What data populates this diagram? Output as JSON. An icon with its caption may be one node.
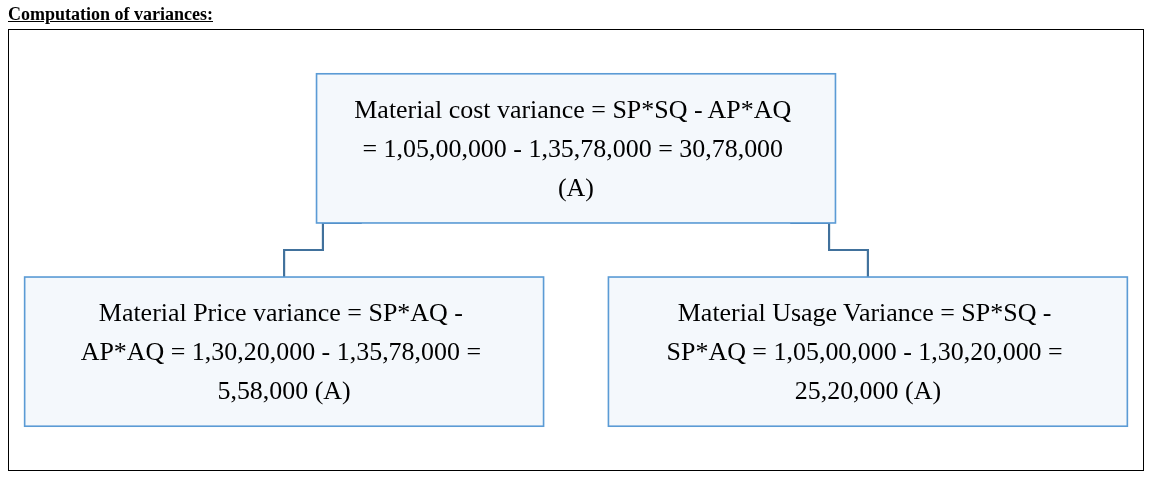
{
  "diagram": {
    "title": "Computation of variances:",
    "nodes": [
      {
        "text": [
          "Material cost variance = SP*SQ - AP*AQ = 1,05,00,000 - 1,35,78,000 = 30,78,000 (A)"
        ]
      },
      {
        "text": [
          "Material Price variance = SP*AQ - AP*AQ = 1,30,20,000 - 1,35,78,000 = 5,58,000 (A)"
        ]
      },
      {
        "text": [
          "Material Usage Variance = SP*SQ - SP*AQ = 1,05,00,000 - 1,30,20,000 = 25,20,000 (A)"
        ]
      }
    ],
    "edges": [
      {
        "from": 0,
        "to": 1,
        "arrow": "none"
      },
      {
        "from": 0,
        "to": 2,
        "arrow": "none"
      }
    ]
  }
}
